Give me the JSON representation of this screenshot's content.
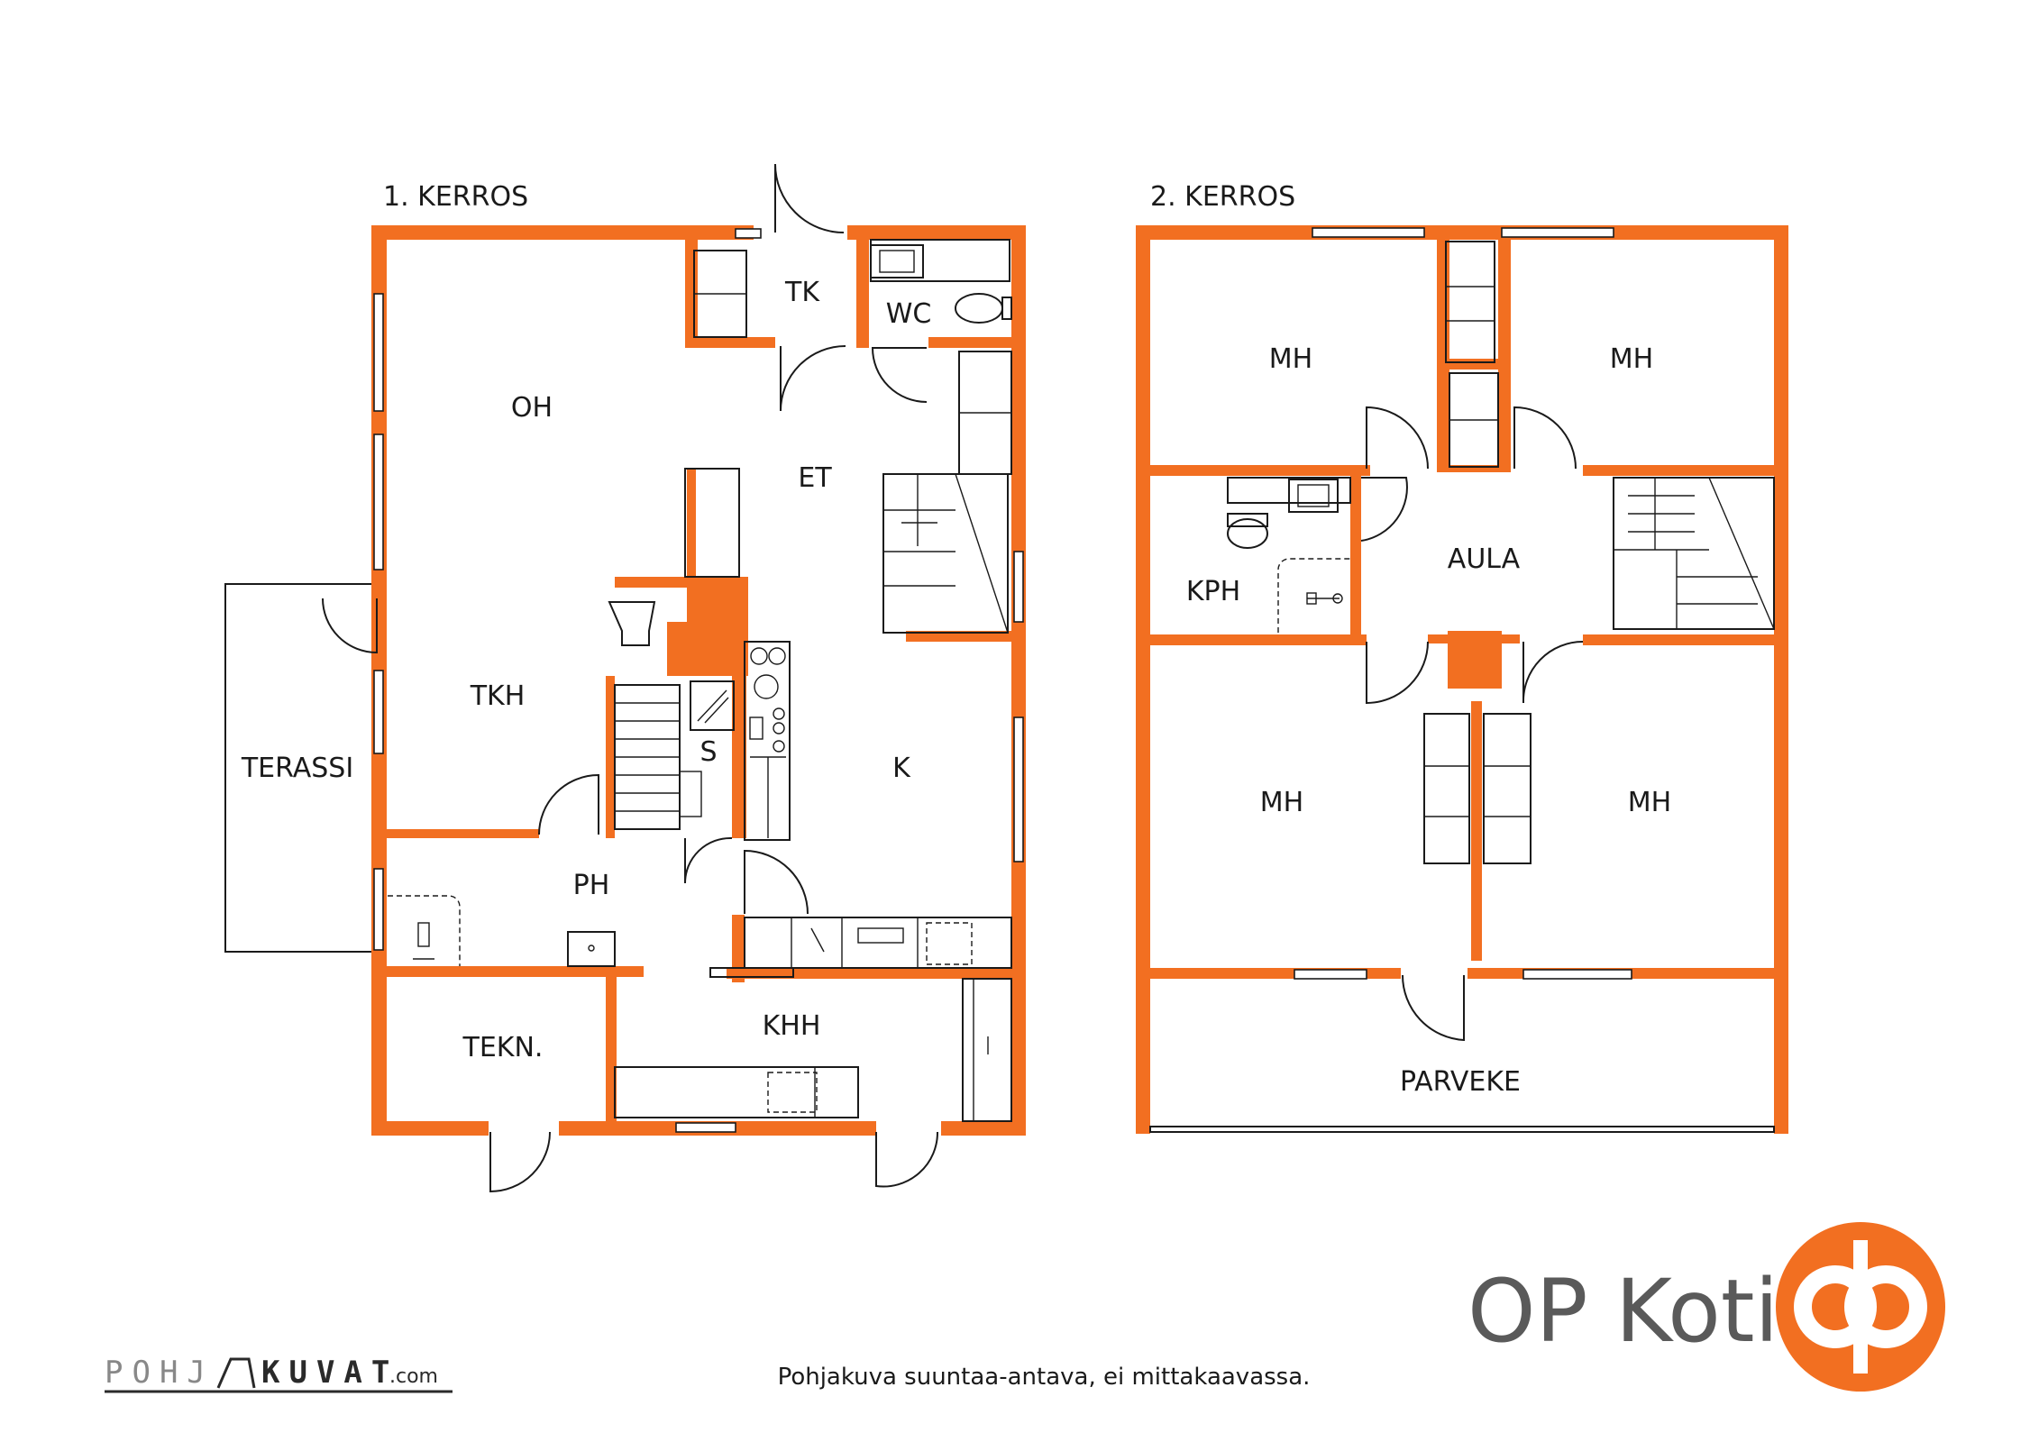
{
  "floor1": {
    "title": "1. KERROS",
    "rooms": {
      "oh": "OH",
      "tk": "TK",
      "wc": "WC",
      "et": "ET",
      "tkh": "TKH",
      "terassi": "TERASSI",
      "s": "S",
      "k": "K",
      "ph": "PH",
      "tekn": "TEKN.",
      "khh": "KHH"
    }
  },
  "floor2": {
    "title": "2. KERROS",
    "rooms": {
      "mh_tl": "MH",
      "mh_tr": "MH",
      "kph": "KPH",
      "aula": "AULA",
      "mh_bl": "MH",
      "mh_br": "MH",
      "parveke": "PARVEKE"
    }
  },
  "footer": {
    "disclaimer": "Pohjakuva suuntaa-antava, ei mittakaavassa.",
    "brand_name": "OP Koti",
    "credit_grey": "POHJ",
    "credit_dark": "KUVAT",
    "credit_suffix": ".com"
  },
  "colors": {
    "wall": "#f26f21",
    "brand_orange": "#f26f21",
    "brand_text": "#5a5a5a"
  }
}
